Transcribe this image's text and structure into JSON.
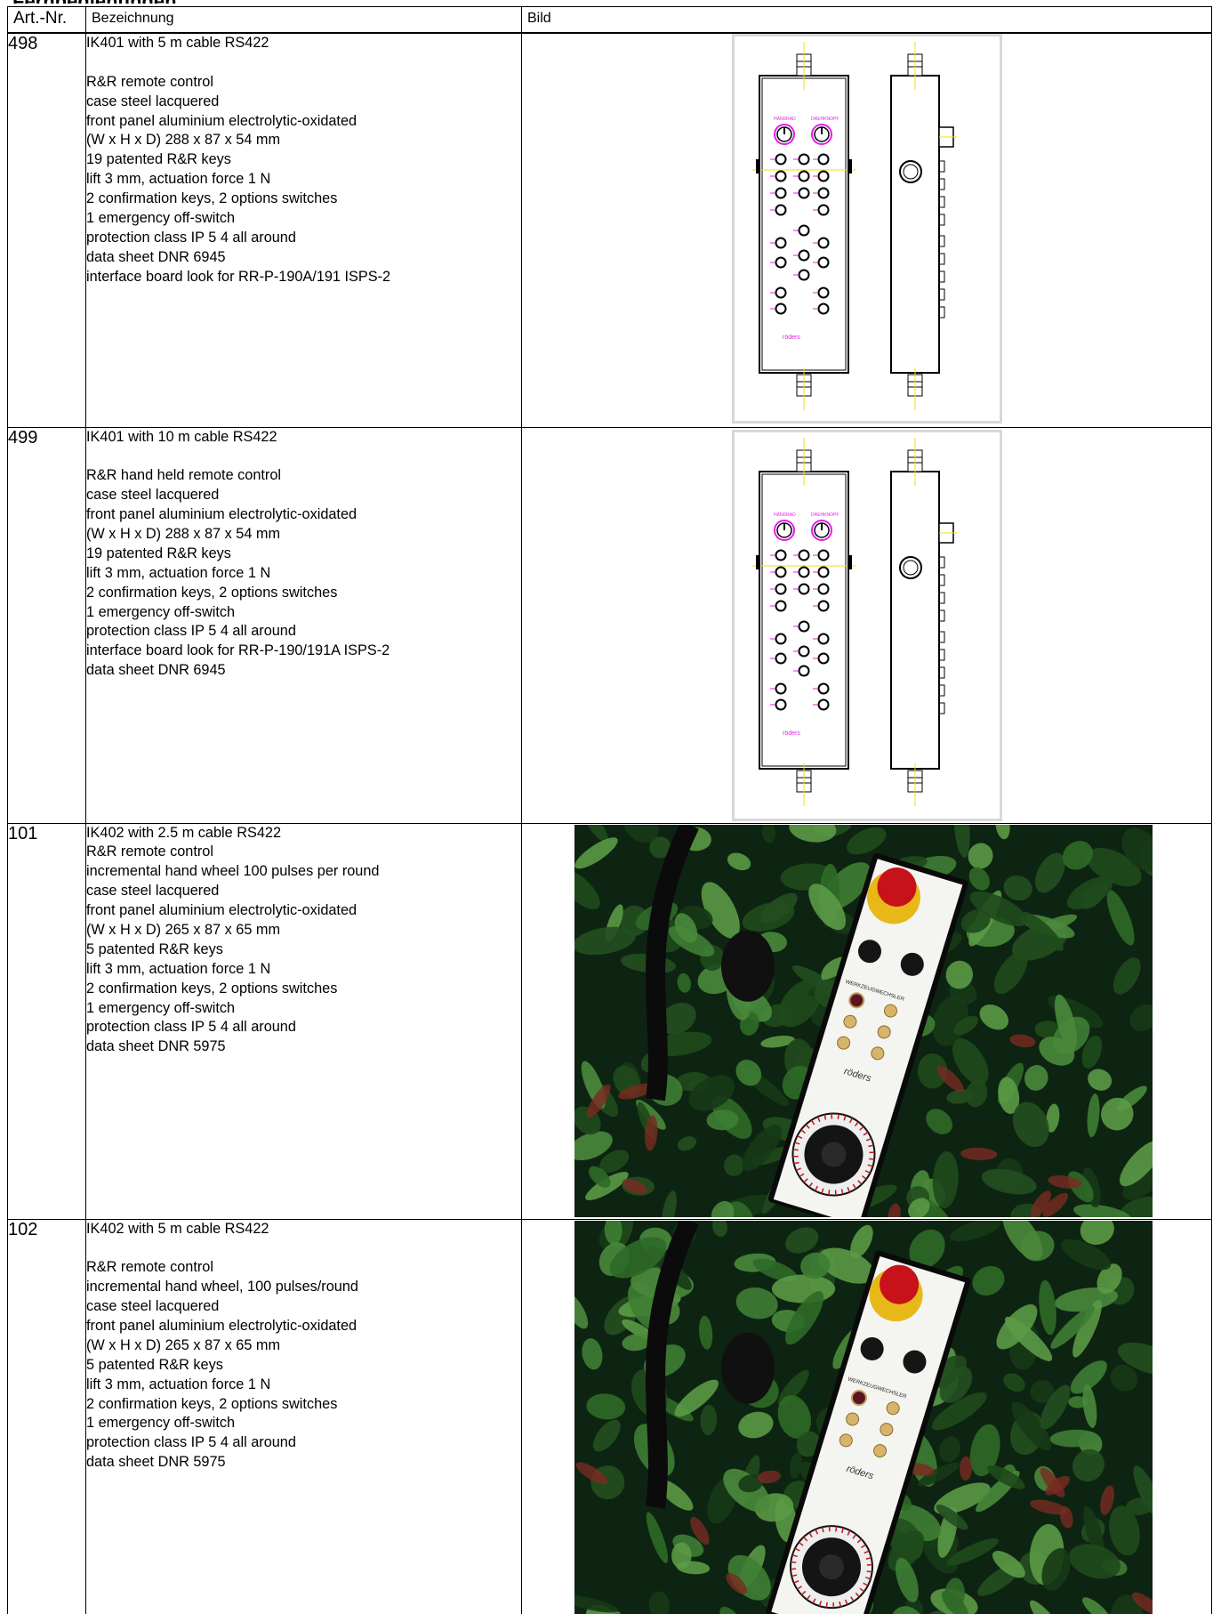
{
  "table": {
    "headers": {
      "art_nr": "Art.-Nr.",
      "description": "Bezeichnung",
      "image": "Bild"
    },
    "rows": [
      {
        "art_nr": "498",
        "lines": [
          "IK401 with 5 m cable RS422",
          "",
          "R&R  remote control",
          "case steel lacquered",
          "front panel aluminium electrolytic-oxidated",
          "(W x H x D)  288 x 87 x 54 mm",
          "19 patented R&R keys",
          "lift 3 mm, actuation force 1 N",
          "2 confirmation keys, 2 options switches",
          "1 emergency off-switch",
          "protection class IP 5 4 all around",
          "data sheet DNR 6945",
          "interface board look for RR-P-190A/191 ISPS-2"
        ],
        "image": {
          "kind": "drawing",
          "label_top_left": "HANDRAD",
          "label_top_right": "DREHKNOPF",
          "brand": "röders"
        }
      },
      {
        "art_nr": "499",
        "lines": [
          "IK401 with 10 m cable RS422",
          "",
          "R&R  hand held remote control",
          "case steel lacquered",
          "front panel aluminium electrolytic-oxidated",
          "(W x H x D)  288 x 87 x 54 mm",
          "19 patented R&R keys",
          "lift 3 mm, actuation force 1 N",
          "2 confirmation keys, 2 options switches",
          "1 emergency off-switch",
          "protection class IP 5 4 all around",
          "interface board look for RR-P-190/191A ISPS-2",
          "data sheet DNR 6945"
        ],
        "image": {
          "kind": "drawing",
          "label_top_left": "HANDRAD",
          "label_top_right": "DREHKNOPF",
          "brand": "röders"
        }
      },
      {
        "art_nr": "101",
        "lines": [
          "IK402 with 2.5 m cable RS422",
          "R&R  remote control",
          "incremental hand wheel 100 pulses per round",
          "case steel lacquered",
          "front panel aluminium electrolytic-oxidated",
          "(W x H x D)  265 x 87 x 65 mm",
          "5 patented R&R keys",
          "lift 3 mm, actuation force 1 N",
          "2 confirmation keys, 2 options switches",
          "1 emergency off-switch",
          "protection class IP 5 4 all around",
          "data sheet DNR 5975"
        ],
        "image": {
          "kind": "photo",
          "panel_label": "WERKZEUGWECHSLER",
          "brand": "röders"
        }
      },
      {
        "art_nr": "102",
        "lines": [
          "IK402 with 5 m cable RS422",
          "",
          "R&R  remote control",
          "incremental hand wheel, 100 pulses/round",
          "case steel lacquered",
          "front panel aluminium electrolytic-oxidated",
          "(W x H x D)  265 x 87 x 65 mm",
          "5 patented R&R keys",
          "lift 3 mm, actuation force 1 N",
          "2 confirmation keys, 2 options switches",
          "1 emergency off-switch",
          "protection class IP 5 4 all around",
          "data sheet DNR 5975"
        ],
        "image": {
          "kind": "photo",
          "panel_label": "WERKZEUGWECHSLER",
          "brand": "röders"
        }
      }
    ]
  },
  "colors": {
    "drawing_line": "#000000",
    "drawing_magenta": "#e81ce8",
    "drawing_axis": "#f0e000",
    "foliage_dark": "#0e2412",
    "foliage_light": "#2f7a2a",
    "estop_red": "#c8121a",
    "estop_yellow": "#e8b818",
    "panel_white": "#f4f4f0"
  }
}
